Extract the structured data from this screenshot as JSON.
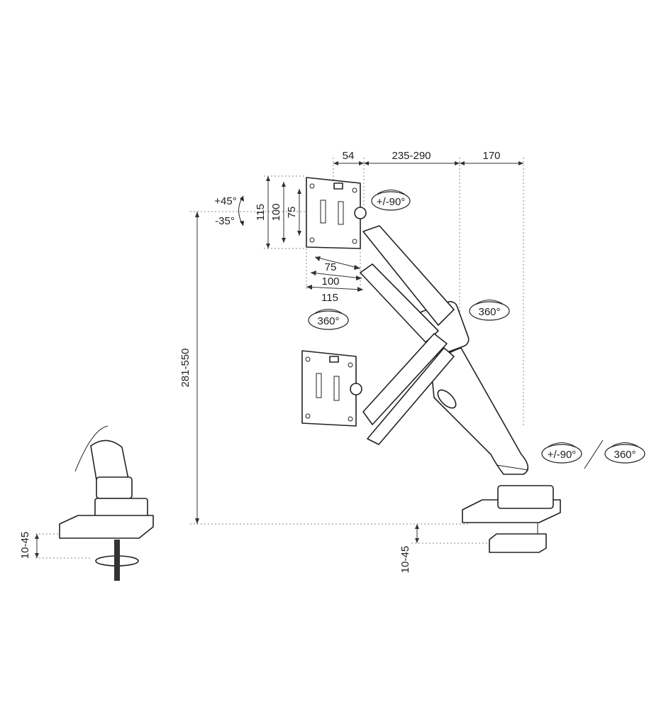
{
  "dimensions": {
    "top_offset": "54",
    "reach": "235-290",
    "base_offset": "170",
    "height_range": "281-550",
    "clamp_main": "10-45",
    "clamp_detail": "10-45",
    "vesa_vertical_115": "115",
    "vesa_vertical_100": "100",
    "vesa_vertical_75": "75",
    "vesa_horizontal_75": "75",
    "vesa_horizontal_100": "100",
    "vesa_horizontal_115": "115"
  },
  "rotations": {
    "tilt_up": "+45°",
    "tilt_down": "-35°",
    "head_rotation": "+/-90°",
    "plate_swivel": "360°",
    "elbow_swivel": "360°",
    "base_rotation": "+/-90°",
    "base_swivel": "360°"
  }
}
